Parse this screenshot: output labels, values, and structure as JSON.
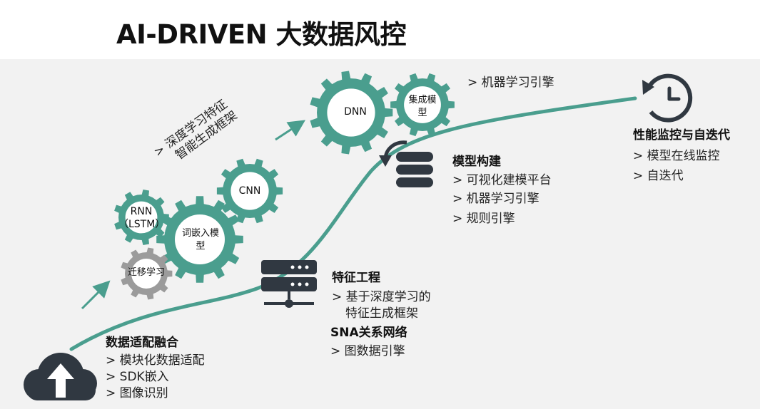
{
  "title": "AI-DRIVEN 大数据风控",
  "gears": {
    "dnn": "DNN",
    "ensemble_l1": "集成模",
    "ensemble_l2": "型",
    "cnn": "CNN",
    "rnn_l1": "RNN",
    "rnn_l2": "（LSTM）",
    "embed_l1": "词嵌入模",
    "embed_l2": "型",
    "transfer": "迁移学习"
  },
  "diagonal_label": {
    "line1": ">  深度学习特征",
    "line2": "智能生成框架"
  },
  "top_bullet": ">  机器学习引擎",
  "stages": {
    "data": {
      "title": "数据适配融合",
      "items": [
        ">  模块化数据适配",
        ">  SDK嵌入",
        ">  图像识别"
      ]
    },
    "feature": {
      "title": "特征工程",
      "items": [
        ">  基于深度学习的",
        "特征生成框架"
      ],
      "sub_title": "SNA关系网络",
      "sub_items": [
        ">  图数据引擎"
      ]
    },
    "model": {
      "title": "模型构建",
      "items": [
        ">  可视化建模平台",
        ">  机器学习引擎",
        ">  规则引擎"
      ]
    },
    "monitor": {
      "title": "性能监控与自迭代",
      "items": [
        ">  模型在线监控",
        ">  自迭代"
      ]
    }
  },
  "colors": {
    "teal": "#4a9e8e",
    "dark": "#303841",
    "gray_gear": "#9b9b9b",
    "panel_bg": "#f2f2f2"
  },
  "icons": [
    "cloud-upload-icon",
    "server-network-icon",
    "database-icon",
    "clock-history-icon",
    "arrow-up-right-icon"
  ]
}
